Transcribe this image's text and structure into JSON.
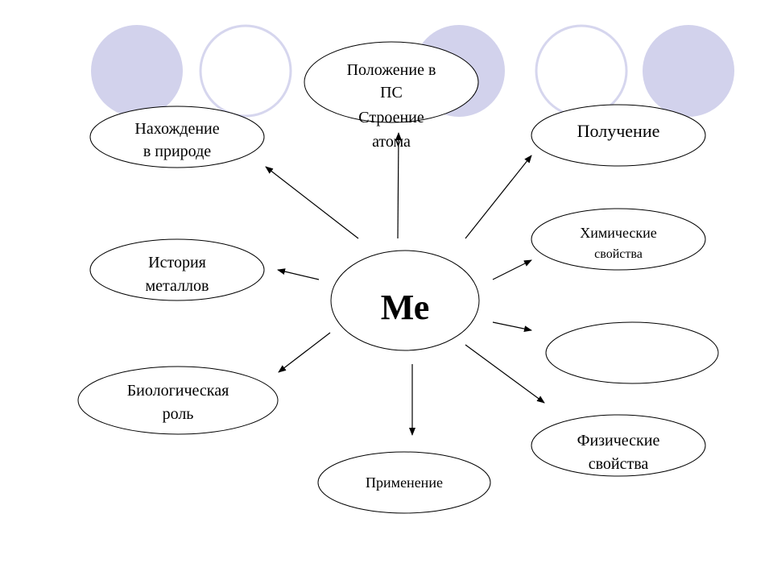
{
  "center": {
    "label": "Ме"
  },
  "nodes": {
    "position": {
      "line1": "Положение в",
      "line2": "ПС",
      "line3": "Строение",
      "line4": "атома"
    },
    "occurrence": {
      "line1": "Нахождение",
      "line2": "в природе"
    },
    "production": {
      "line1": "Получение"
    },
    "history": {
      "line1": "История",
      "line2": "металлов"
    },
    "chemical": {
      "line1": "Химические",
      "line2": "свойства"
    },
    "empty": {},
    "biological": {
      "line1": "Биологическая",
      "line2": "роль"
    },
    "physical": {
      "line1": "Физические",
      "line2": "свойства"
    },
    "application": {
      "line1": "Применение"
    }
  },
  "colors": {
    "decor": "#d2d2ec",
    "stroke": "#000000"
  }
}
